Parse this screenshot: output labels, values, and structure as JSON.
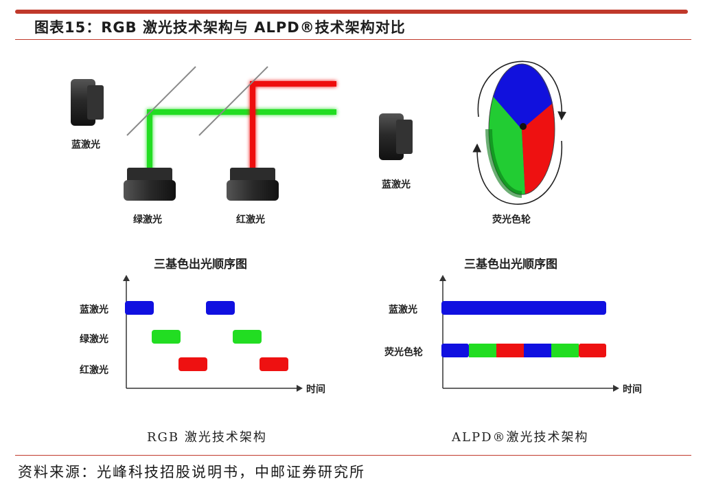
{
  "header": {
    "title": "图表15：RGB 激光技术架构与 ALPD®技术架构对比"
  },
  "left_diagram": {
    "blue_label": "蓝激光",
    "green_label": "绿激光",
    "red_label": "红激光"
  },
  "right_diagram": {
    "blue_label": "蓝激光",
    "wheel_label": "荧光色轮"
  },
  "left_chart": {
    "title": "三基色出光顺序图",
    "rows": [
      "蓝激光",
      "绿激光",
      "红激光"
    ],
    "x_label": "时间",
    "caption": "RGB 激光技术架构"
  },
  "right_chart": {
    "title": "三基色出光顺序图",
    "rows": [
      "蓝激光",
      "荧光色轮"
    ],
    "x_label": "时间",
    "caption": "ALPD®激光技术架构"
  },
  "colors": {
    "blue": "#1010e0",
    "green": "#22dd22",
    "red": "#ee1111",
    "accent": "#c0392b"
  },
  "footer": {
    "source": "资料来源：光峰科技招股说明书，中邮证券研究所"
  }
}
